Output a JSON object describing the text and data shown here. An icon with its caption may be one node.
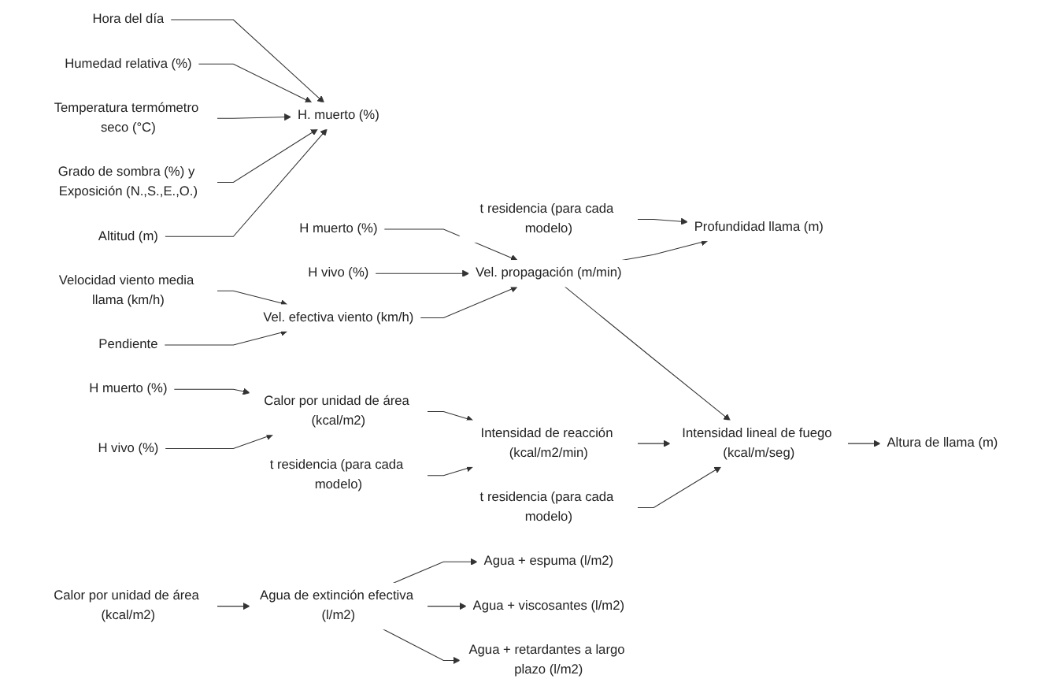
{
  "diagram": {
    "nodes": [
      {
        "text": [
          "Hora del día"
        ]
      },
      {
        "text": [
          "Humedad relativa (%)"
        ]
      },
      {
        "text": [
          "Temperatura termómetro seco (°C)"
        ]
      },
      {
        "text": [
          "Grado de sombra (%) y Exposición (N.,S.,E.,O.)"
        ]
      },
      {
        "text": [
          "Altitud (m)"
        ]
      },
      {
        "text": [
          "H. muerto (%)"
        ]
      },
      {
        "text": [
          "t residencia (para cada modelo)"
        ]
      },
      {
        "text": [
          "Profundidad llama (m)"
        ]
      },
      {
        "text": [
          "H muerto (%)"
        ]
      },
      {
        "text": [
          "Vel. propagación (m/min)"
        ]
      },
      {
        "text": [
          "H vivo (%)"
        ]
      },
      {
        "text": [
          "Velocidad viento media llama (km/h)"
        ]
      },
      {
        "text": [
          "Vel. efectiva viento (km/h)"
        ]
      },
      {
        "text": [
          "Pendiente"
        ]
      },
      {
        "text": [
          "H muerto (%)"
        ]
      },
      {
        "text": [
          "Calor por unidad de área (kcal/m2)"
        ]
      },
      {
        "text": [
          "Intensidad lineal de fuego (kcal/m/seg)"
        ]
      },
      {
        "text": [
          "Altura de llama (m)"
        ]
      },
      {
        "text": [
          "H vivo (%)"
        ]
      },
      {
        "text": [
          "t residencia (para cada modelo)"
        ]
      },
      {
        "text": [
          "Intensidad de reacción (kcal/m2/min)"
        ]
      },
      {
        "text": [
          "t residencia (para cada modelo)"
        ]
      },
      {
        "text": [
          "Calor por unidad de área (kcal/m2)"
        ]
      },
      {
        "text": [
          "Agua de extinción efectiva (l/m2)"
        ]
      },
      {
        "text": [
          "Agua + espuma (l/m2)"
        ]
      },
      {
        "text": [
          "Agua + viscosantes (l/m2)"
        ]
      },
      {
        "text": [
          "Agua + retardantes a largo plazo (l/m2)"
        ]
      }
    ],
    "edges": [
      {
        "from": 0,
        "to": 5,
        "arrow": "to"
      },
      {
        "from": 1,
        "to": 5,
        "arrow": "to"
      },
      {
        "from": 2,
        "to": 5,
        "arrow": "to"
      },
      {
        "from": 3,
        "to": 5,
        "arrow": "to"
      },
      {
        "from": 4,
        "to": 5,
        "arrow": "to"
      },
      {
        "from": 11,
        "to": 12,
        "arrow": "to"
      },
      {
        "from": 13,
        "to": 12,
        "arrow": "to"
      },
      {
        "from": 8,
        "to": 9,
        "arrow": "to"
      },
      {
        "from": 10,
        "to": 9,
        "arrow": "to"
      },
      {
        "from": 12,
        "to": 9,
        "arrow": "to"
      },
      {
        "from": 6,
        "to": 7,
        "arrow": "to"
      },
      {
        "from": 9,
        "to": 7,
        "arrow": "to"
      },
      {
        "from": 14,
        "to": 15,
        "arrow": "to"
      },
      {
        "from": 18,
        "to": 15,
        "arrow": "to"
      },
      {
        "from": 15,
        "to": 20,
        "arrow": "to"
      },
      {
        "from": 19,
        "to": 20,
        "arrow": "to"
      },
      {
        "from": 9,
        "to": 16,
        "arrow": "to"
      },
      {
        "from": 20,
        "to": 16,
        "arrow": "to"
      },
      {
        "from": 21,
        "to": 16,
        "arrow": "to"
      },
      {
        "from": 16,
        "to": 17,
        "arrow": "to"
      },
      {
        "from": 22,
        "to": 23,
        "arrow": "to"
      },
      {
        "from": 23,
        "to": 24,
        "arrow": "to"
      },
      {
        "from": 23,
        "to": 25,
        "arrow": "to"
      },
      {
        "from": 23,
        "to": 26,
        "arrow": "to"
      }
    ]
  }
}
